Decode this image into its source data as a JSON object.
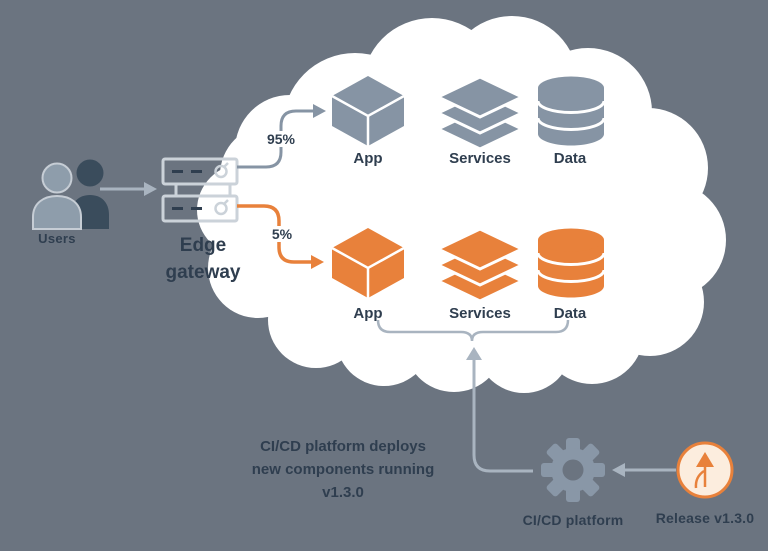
{
  "colors": {
    "background": "#6B7480",
    "cloud": "#FFFFFF",
    "component_gray": "#8694A4",
    "component_orange": "#E8813B",
    "text_navy": "#2F3E4F",
    "connector_light": "#A9B4C0",
    "release_badge_fill": "#FCEDDE",
    "users_front": "#8E9DAB",
    "users_back": "#3A4C5C"
  },
  "users": {
    "label": "Users"
  },
  "gateway": {
    "label_line1": "Edge",
    "label_line2": "gateway"
  },
  "routes": {
    "stable_percent": "95%",
    "canary_percent": "5%"
  },
  "stable_row": {
    "app_label": "App",
    "services_label": "Services",
    "data_label": "Data"
  },
  "canary_row": {
    "app_label": "App",
    "services_label": "Services",
    "data_label": "Data"
  },
  "deploy_note": {
    "line1": "CI/CD platform deploys",
    "line2": "new components running",
    "line3": "v1.3.0"
  },
  "cicd": {
    "label": "CI/CD platform"
  },
  "release": {
    "label": "Release v1.3.0"
  },
  "icons": {
    "users": "users-icon",
    "edge_gateway": "server-stack-icon",
    "app": "cube-icon",
    "services": "layers-icon",
    "data": "database-icon",
    "cicd": "gear-icon",
    "release": "git-branch-arrow-icon"
  }
}
